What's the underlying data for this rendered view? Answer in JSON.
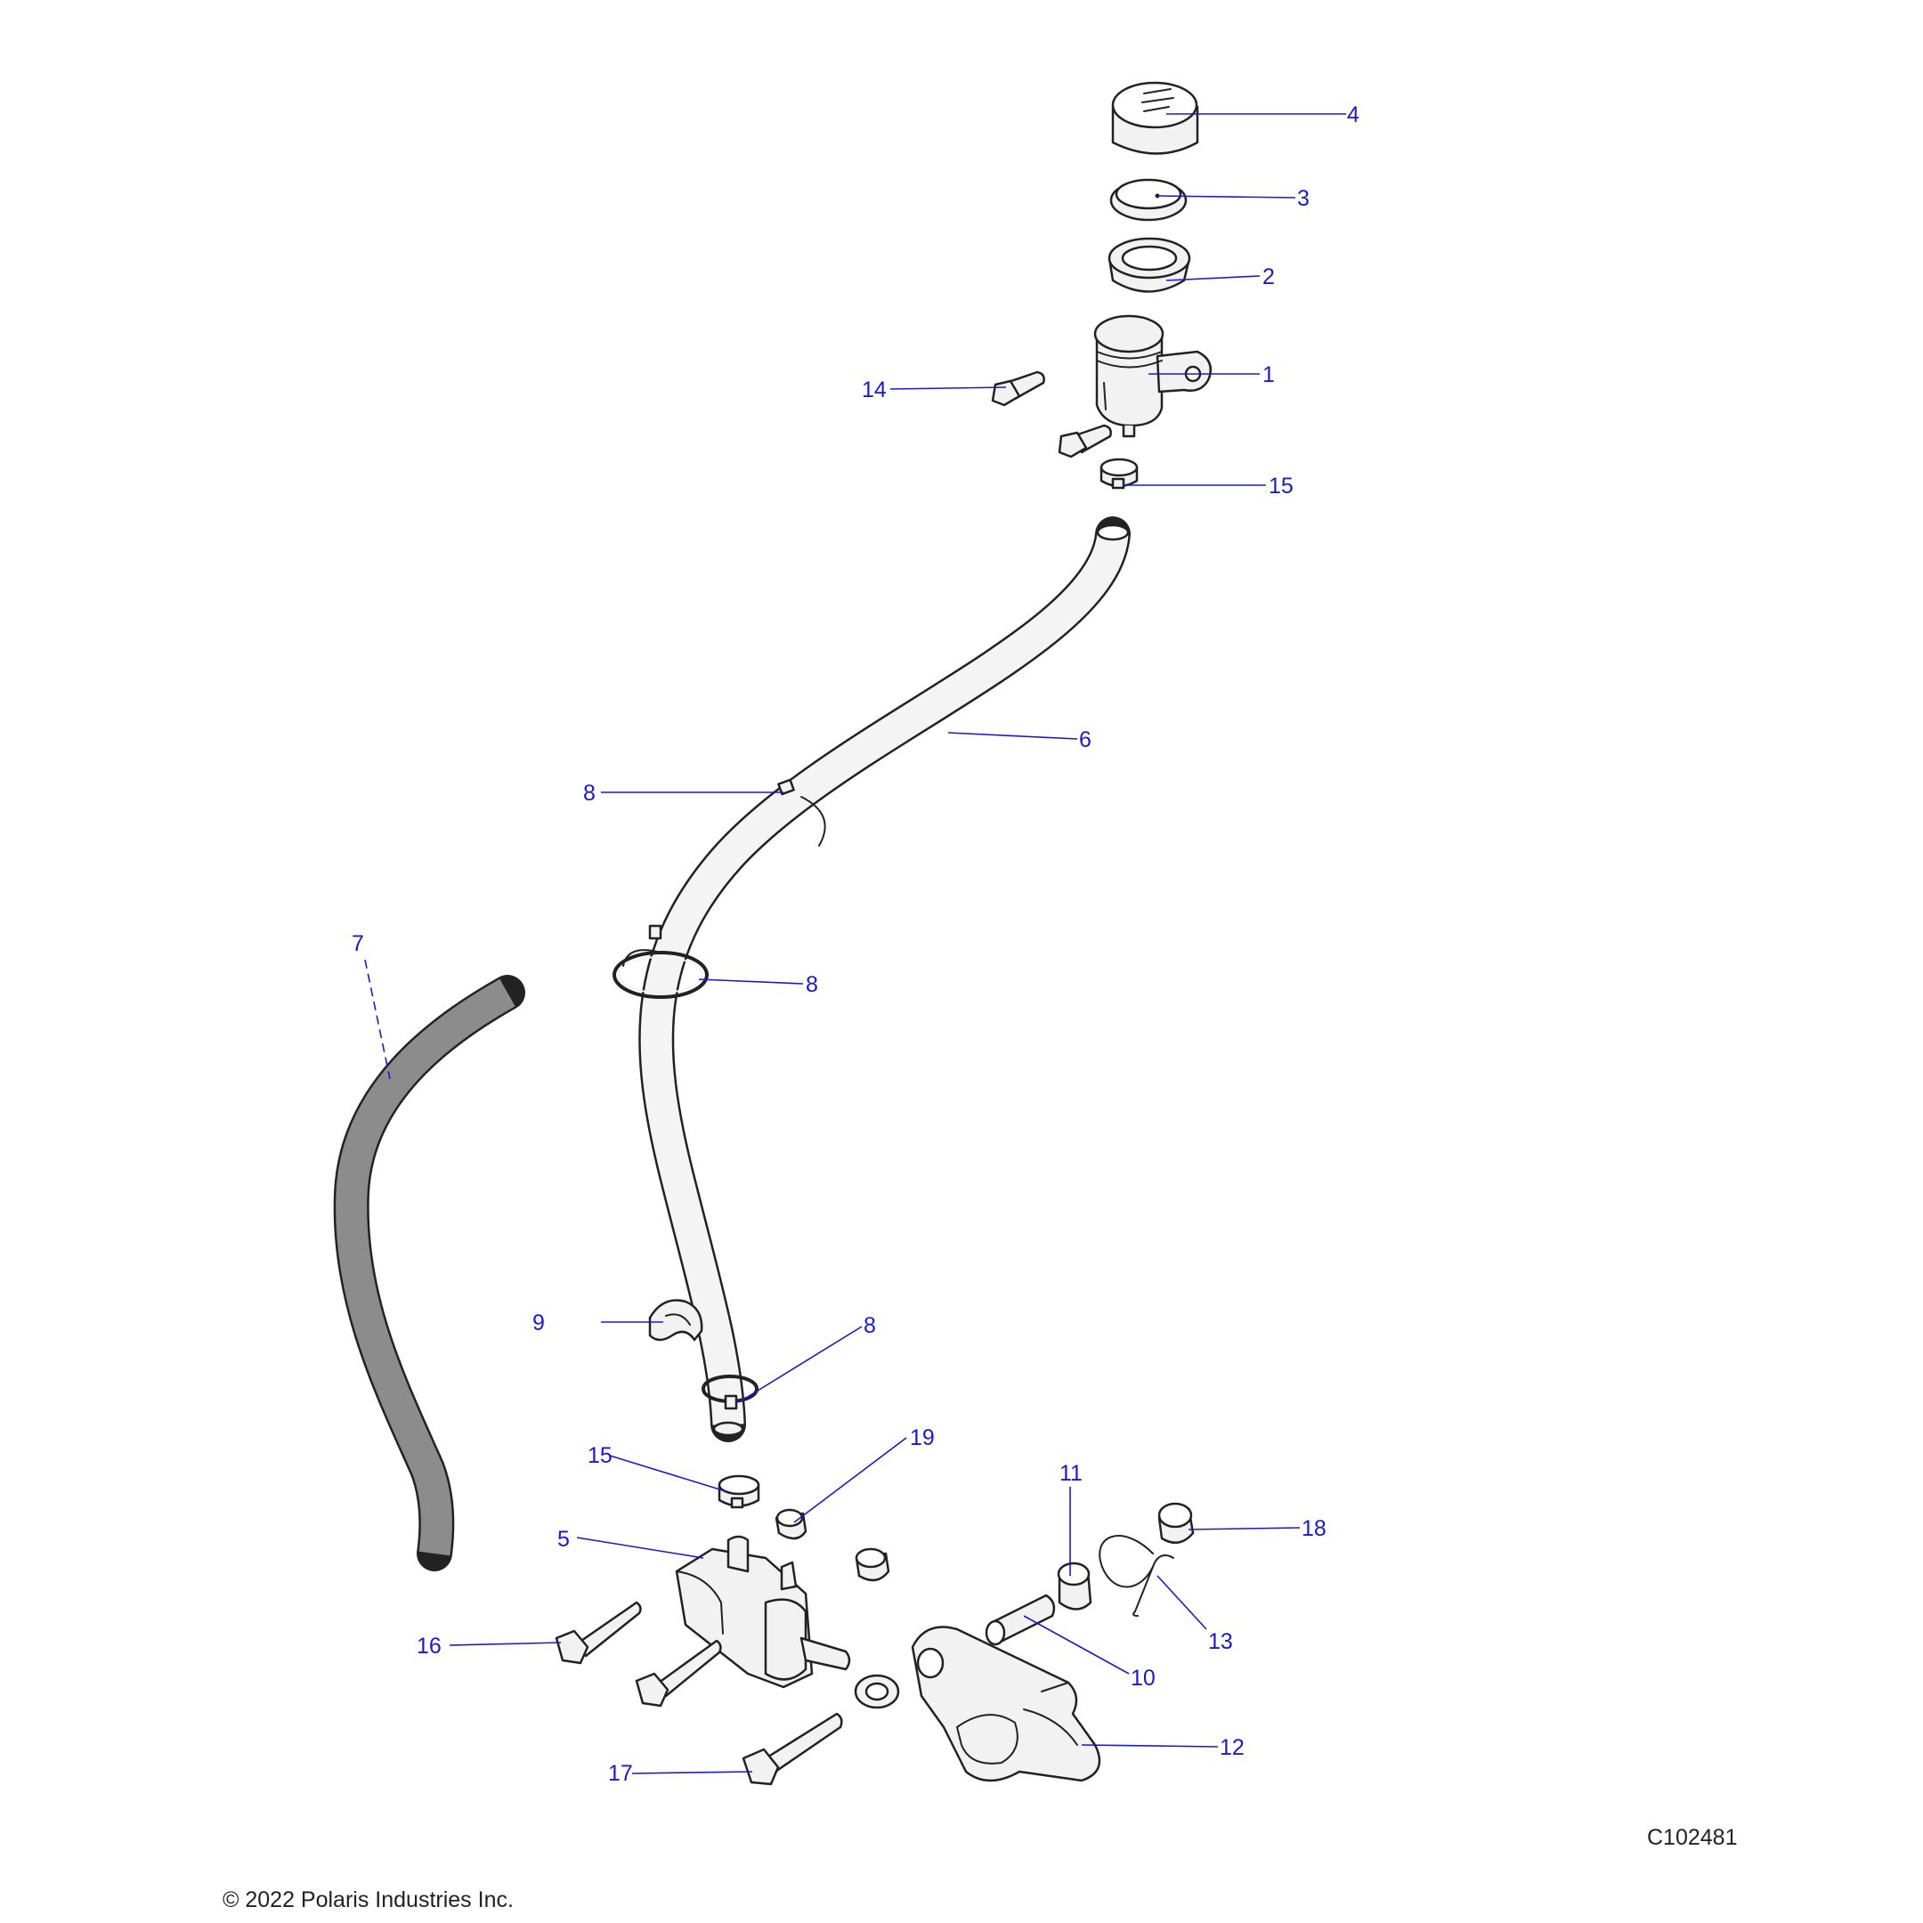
{
  "diagram_code": "C102481",
  "copyright": "© 2022 Polaris Industries Inc.",
  "colors": {
    "callout": "#1a1acc",
    "outline": "#222222",
    "part_fill": "#f2f2f2",
    "dark_hose": "#8c8c8c"
  },
  "callouts": {
    "c1": "1",
    "c2": "2",
    "c3": "3",
    "c4": "4",
    "c5": "5",
    "c6": "6",
    "c7": "7",
    "c8a": "8",
    "c8b": "8",
    "c8c": "8",
    "c9": "9",
    "c10": "10",
    "c11": "11",
    "c12": "12",
    "c13": "13",
    "c14": "14",
    "c15a": "15",
    "c15b": "15",
    "c16": "16",
    "c17": "17",
    "c18": "18",
    "c19": "19"
  }
}
